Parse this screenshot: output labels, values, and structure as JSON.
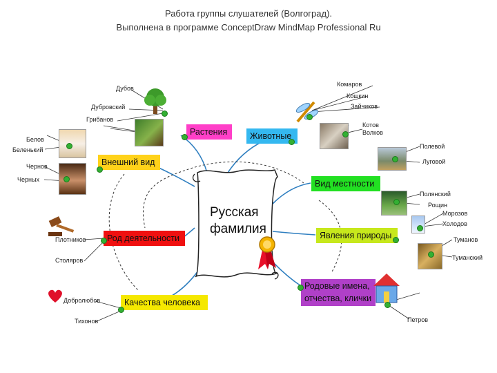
{
  "title_line1": "Работа группы слушателей (Волгоград).",
  "title_line2": "Выполнена в программе ConceptDraw  MindMap  Professional Ru",
  "center": {
    "line1": "Русская",
    "line2": "фамилия"
  },
  "branches": {
    "plants": {
      "label": "Растения",
      "color": "#ff3fc8",
      "leaves": [
        "Дубов",
        "Дубровский",
        "Грибанов"
      ]
    },
    "animals": {
      "label": "Животные",
      "color": "#34b8f0",
      "leaves": [
        "Комаров",
        "Кошкин",
        "Зайчиков",
        "Котов",
        "Волков"
      ]
    },
    "appearance": {
      "label": "Внешний вид",
      "color": "#ffd21a",
      "leaves": [
        "Белов",
        "Беленький",
        "Чернов",
        "Черных"
      ]
    },
    "area": {
      "label": "Вид местности",
      "color": "#22e022",
      "leaves": [
        "Полевой",
        "Луговой",
        "Полянский",
        "Рощин"
      ]
    },
    "occupation": {
      "label": "Род деятельности",
      "color": "#f01010",
      "leaves": [
        "Плотников",
        "Столяров"
      ]
    },
    "nature": {
      "label": "Явления природы",
      "color": "#c7e81c",
      "leaves": [
        "Морозов",
        "Холодов",
        "Туманов",
        "Туманский"
      ]
    },
    "qualities": {
      "label": "Качества человека",
      "color": "#f5e800",
      "leaves": [
        "Добролюбов",
        "Тихонов"
      ]
    },
    "relatives": {
      "label_line1": "Родовые имена,",
      "label_line2": "отчества, клички",
      "color": "#b040c8",
      "leaves": [
        "Петров"
      ]
    }
  }
}
